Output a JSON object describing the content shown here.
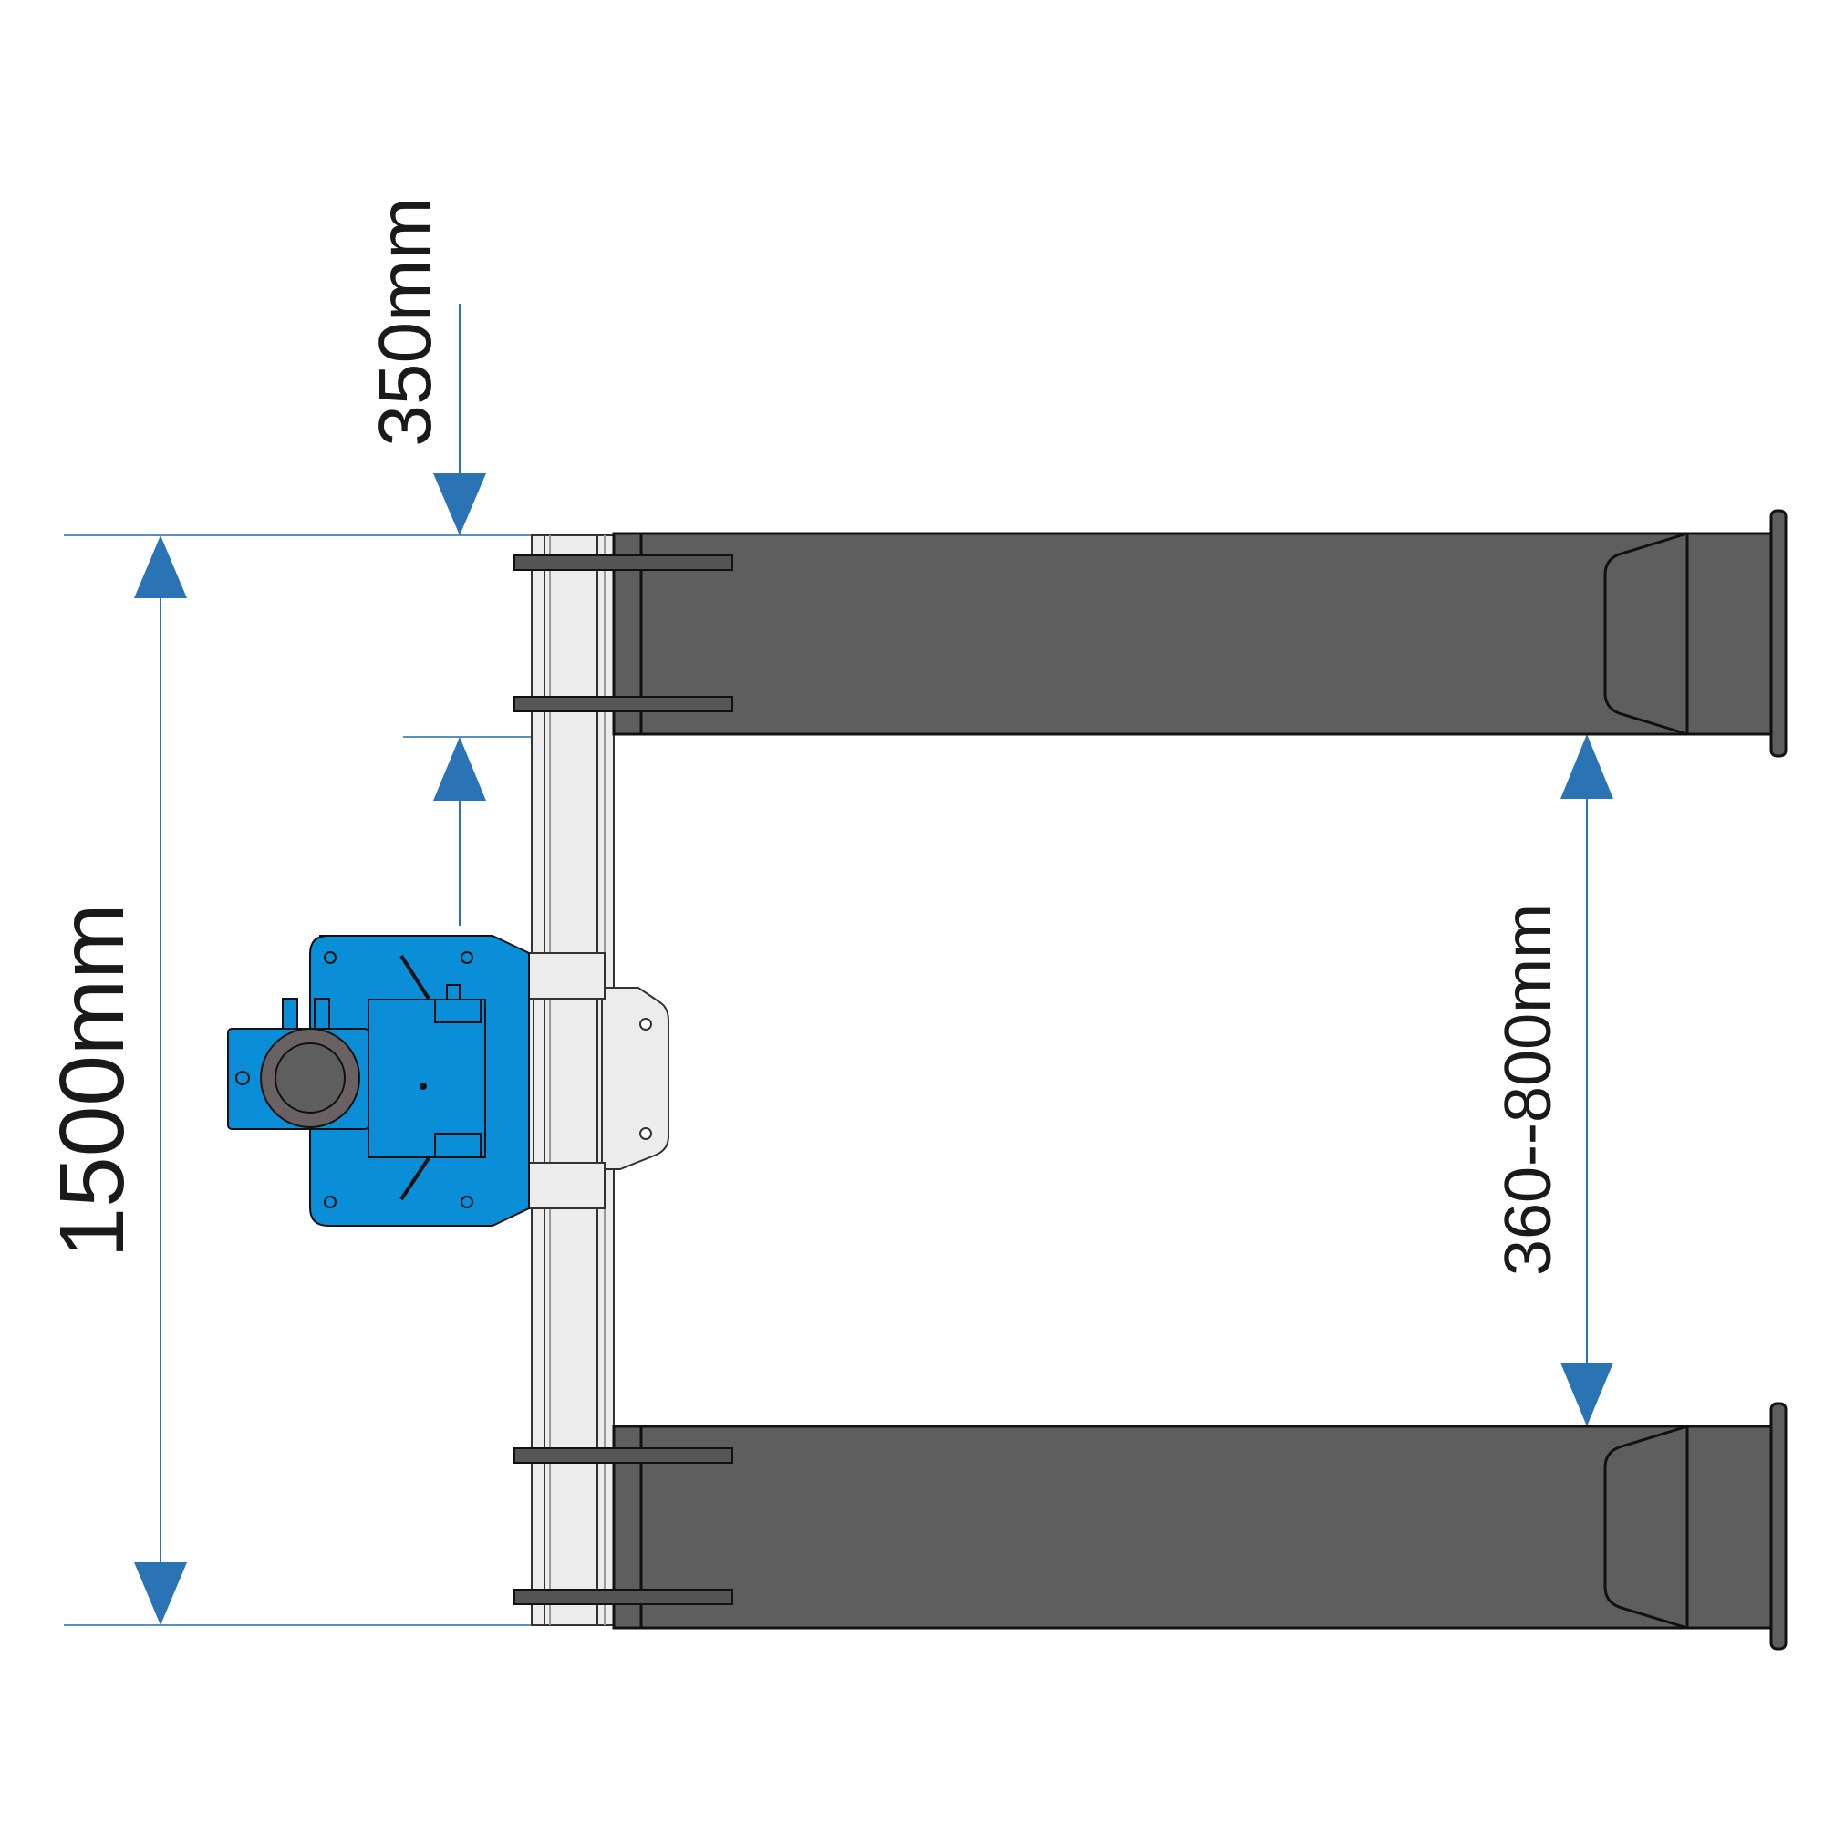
{
  "diagram": {
    "labels": {
      "total_length": "1500mm",
      "top_offset": "350mm",
      "arm_spacing": "360--800mm"
    },
    "colors": {
      "dimension_arrow": "#2a73b4",
      "arm": "#5f5e5f",
      "motor": "#0a8ed8",
      "rail": "#ececec"
    }
  }
}
